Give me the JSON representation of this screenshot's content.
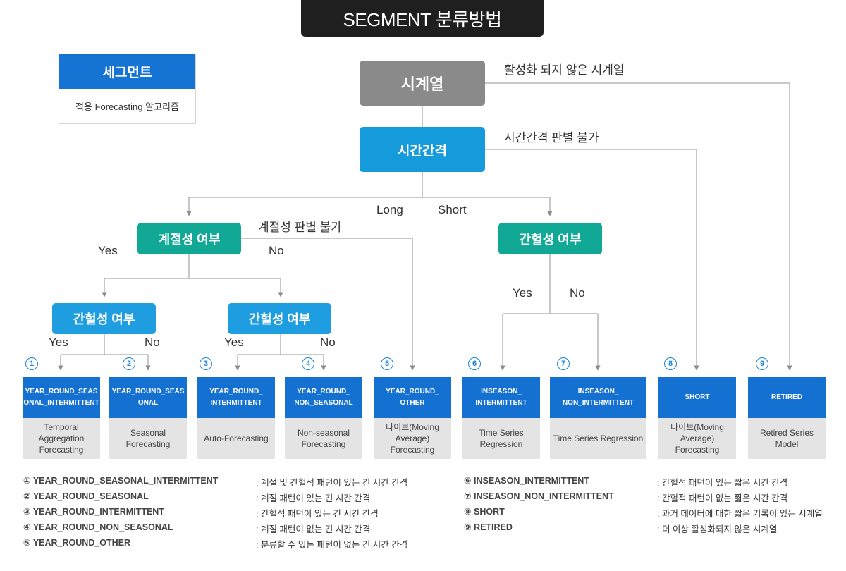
{
  "title": "SEGMENT 분류방법",
  "legend": {
    "header": "세그먼트",
    "body": "적용 Forecasting 알고리즘"
  },
  "nodes": {
    "timeseries": "시계열",
    "interval": "시간간격",
    "seasonality": "계절성 여부",
    "intermittent_left": "간헐성 여부",
    "intermittent_mid": "간헐성 여부",
    "intermittent_right": "간헐성 여부"
  },
  "edge_labels": {
    "inactive": "활성화 되지 않은 시계열",
    "interval_unknown": "시간간격 판별 불가",
    "long": "Long",
    "short": "Short",
    "season_unknown": "계절성 판별 불가",
    "season_yes": "Yes",
    "season_no": "No",
    "left_yes": "Yes",
    "left_no": "No",
    "mid_yes": "Yes",
    "mid_no": "No",
    "right_yes": "Yes",
    "right_no": "No"
  },
  "cards": [
    {
      "num": "1",
      "segment": "YEAR_ROUND_SEAS ONAL_INTERMITTENT",
      "algorithm": "Temporal Aggregation Forecasting"
    },
    {
      "num": "2",
      "segment": "YEAR_ROUND_SEAS ONAL",
      "algorithm": "Seasonal Forecasting"
    },
    {
      "num": "3",
      "segment": "YEAR_ROUND_ INTERMITTENT",
      "algorithm": "Auto-Forecasting"
    },
    {
      "num": "4",
      "segment": "YEAR_ROUND_ NON_SEASONAL",
      "algorithm": "Non-seasonal Forecasting"
    },
    {
      "num": "5",
      "segment": "YEAR_ROUND_ OTHER",
      "algorithm": "나이브(Moving Average) Forecasting"
    },
    {
      "num": "6",
      "segment": "INSEASON_ INTERMITTENT",
      "algorithm": "Time Series Regression"
    },
    {
      "num": "7",
      "segment": "INSEASON_ NON_INTERMITTENT",
      "algorithm": "Time Series Regression"
    },
    {
      "num": "8",
      "segment": "SHORT",
      "algorithm": "나이브(Moving Average) Forecasting"
    },
    {
      "num": "9",
      "segment": "RETIRED",
      "algorithm": "Retired Series Model"
    }
  ],
  "footnotes_left": [
    {
      "code": "① YEAR_ROUND_SEASONAL_INTERMITTENT",
      "desc": ": 계절 및 간헐적 패턴이 있는 긴 시간 간격"
    },
    {
      "code": "② YEAR_ROUND_SEASONAL",
      "desc": ": 계절 패턴이 있는 긴 시간 간격"
    },
    {
      "code": "③ YEAR_ROUND_INTERMITTENT",
      "desc": ": 간헐적 패턴이 있는 긴 시간 간격"
    },
    {
      "code": "④ YEAR_ROUND_NON_SEASONAL",
      "desc": ": 계절 패턴이 없는 긴 시간 간격"
    },
    {
      "code": "⑤ YEAR_ROUND_OTHER",
      "desc": ": 분류할 수 있는 패턴이 없는 긴 시간 간격"
    }
  ],
  "footnotes_right": [
    {
      "code": "⑥ INSEASON_INTERMITTENT",
      "desc": ": 간헐적 패턴이 있는 짧은 시간 간격"
    },
    {
      "code": "⑦ INSEASON_NON_INTERMITTENT",
      "desc": ": 간헐적 패턴이 없는 짧은 시간 간격"
    },
    {
      "code": "⑧ SHORT",
      "desc": ": 과거 데이터에 대한 짧은 기록이 있는 시계열"
    },
    {
      "code": "⑨ RETIRED",
      "desc": ": 더 이상 활성화되지 않은 시계열"
    }
  ],
  "colors": {
    "title_bg": "#1f1f1f",
    "card_head": "#1470d1",
    "card_body": "#e4e4e4",
    "node_gray": "#8a8a8a",
    "node_blue": "#159bdb",
    "node_teal": "#12a896",
    "connector": "#b5b5b5",
    "arrow": "#8c8c8c"
  }
}
